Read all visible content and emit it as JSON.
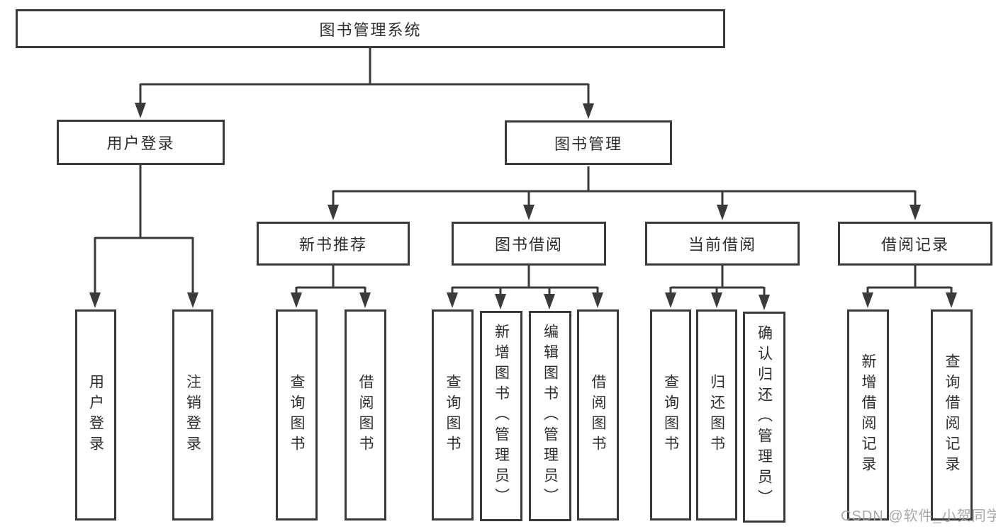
{
  "diagram": {
    "root": {
      "label": "图书管理系统"
    },
    "level2": [
      {
        "label": "用户登录"
      },
      {
        "label": "图书管理"
      }
    ],
    "level3": [
      {
        "label": "新书推荐"
      },
      {
        "label": "图书借阅"
      },
      {
        "label": "当前借阅"
      },
      {
        "label": "借阅记录"
      }
    ],
    "leaves": {
      "user_login": [
        "用户登录",
        "注销登录"
      ],
      "new_book_recommend": [
        "查询图书",
        "借阅图书"
      ],
      "book_borrow": [
        "查询图书",
        "新增图书（管理员）",
        "编辑图书（管理员）",
        "借阅图书"
      ],
      "current_borrow": [
        "查询图书",
        "归还图书",
        "确认归还（管理员）"
      ],
      "borrow_records": [
        "新增借阅记录",
        "查询借阅记录"
      ]
    }
  },
  "watermark": {
    "text": "CSDN @软件_小贺同学"
  },
  "colors": {
    "line": "#3a3a3a",
    "box_border": "#3a3a3a",
    "text": "#2e2e2e",
    "watermark": "#9e9e9e",
    "background": "#ffffff"
  }
}
